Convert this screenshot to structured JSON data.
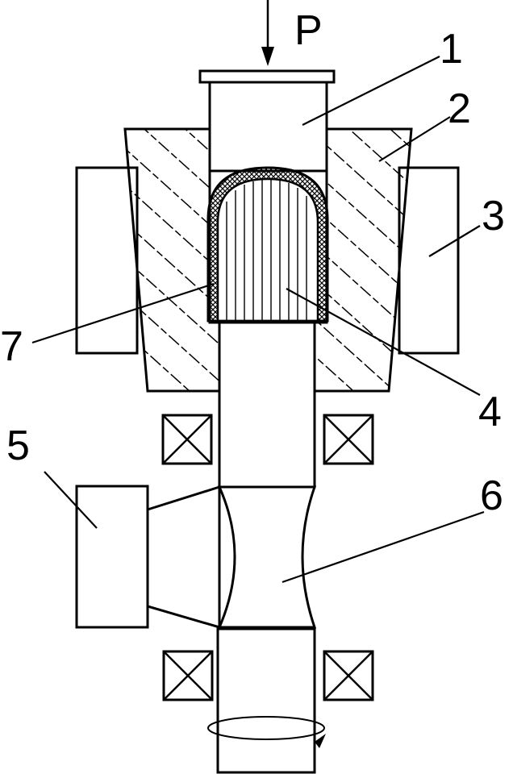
{
  "labels": {
    "force": "P",
    "part1": "1",
    "part2": "2",
    "part3": "3",
    "part4": "4",
    "part5": "5",
    "part6": "6",
    "part7": "7"
  },
  "colors": {
    "stroke": "#000000",
    "background": "#ffffff"
  }
}
